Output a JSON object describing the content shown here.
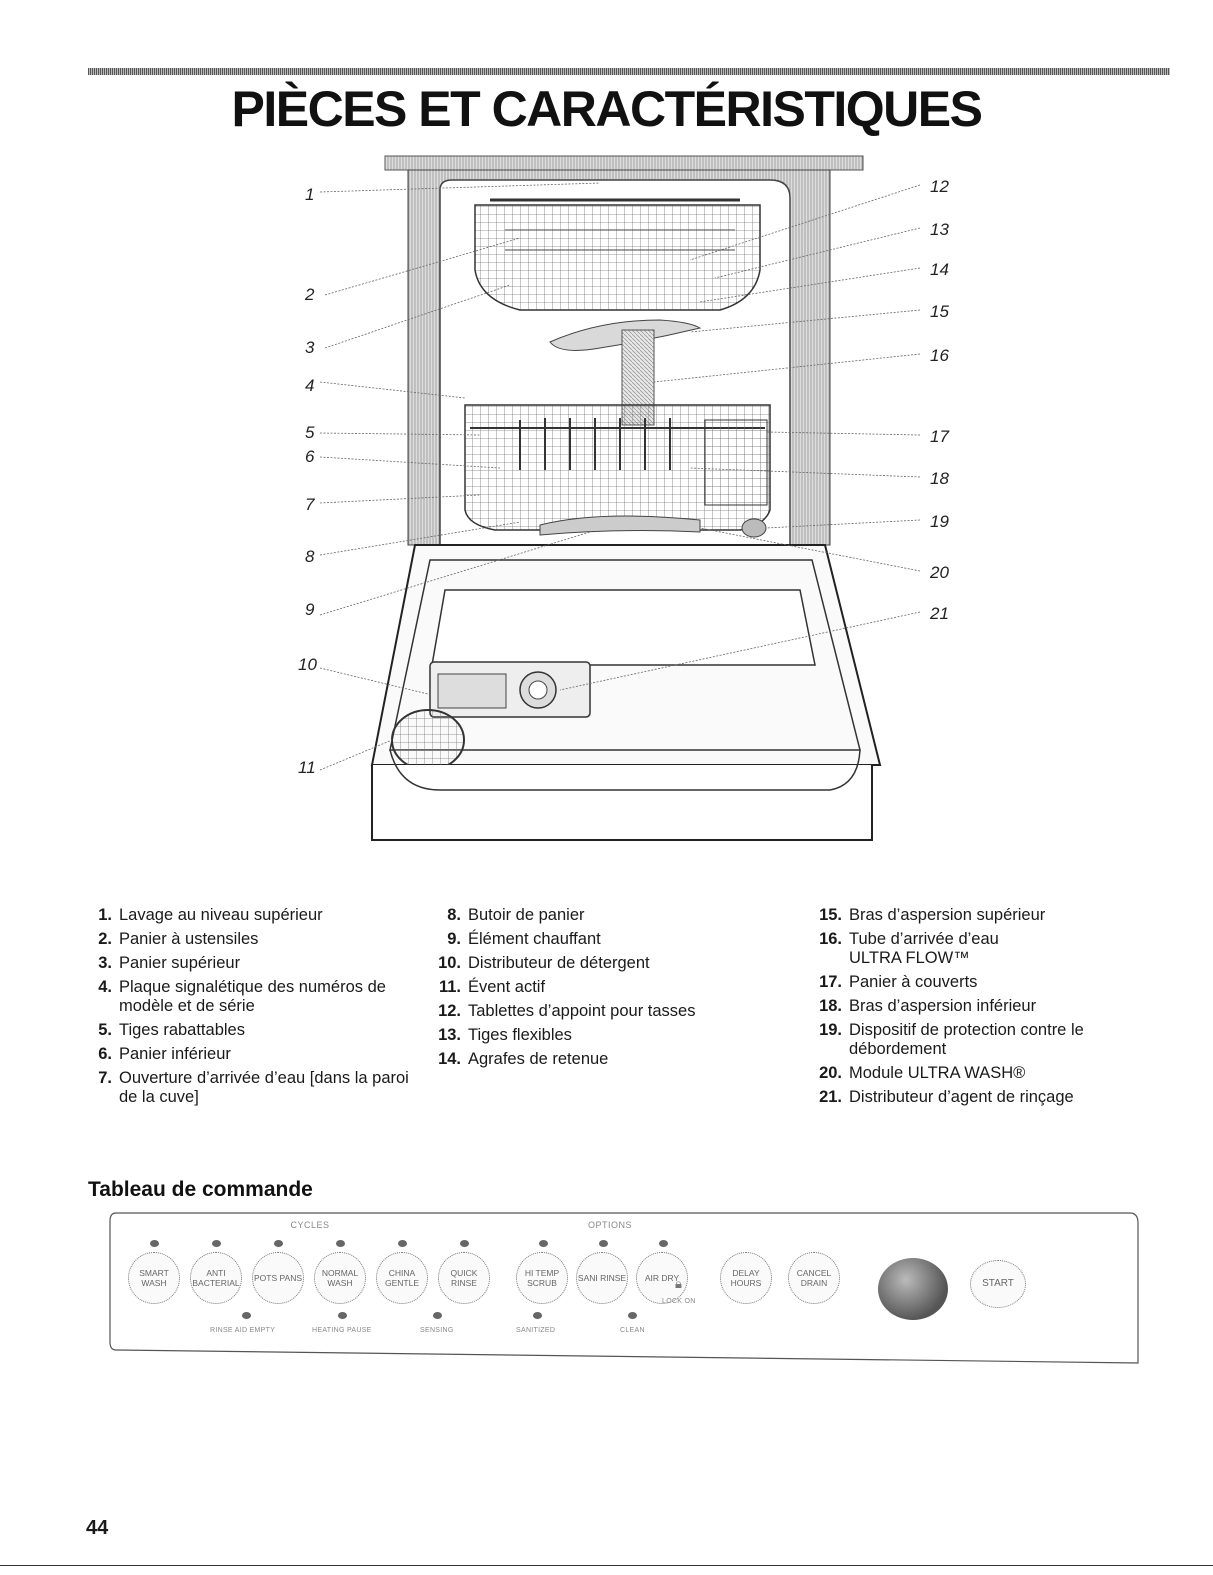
{
  "title": "PIÈCES ET CARACTÉRISTIQUES",
  "callouts": [
    "1",
    "2",
    "3",
    "4",
    "5",
    "6",
    "7",
    "8",
    "9",
    "10",
    "11",
    "12",
    "13",
    "14",
    "15",
    "16",
    "17",
    "18",
    "19",
    "20",
    "21"
  ],
  "parts": {
    "col1": [
      {
        "num": "1.",
        "text": "Lavage au niveau supérieur"
      },
      {
        "num": "2.",
        "text": "Panier à ustensiles"
      },
      {
        "num": "3.",
        "text": "Panier supérieur"
      },
      {
        "num": "4.",
        "text": "Plaque signalétique des numéros de modèle et de série"
      },
      {
        "num": "5.",
        "text": "Tiges rabattables"
      },
      {
        "num": "6.",
        "text": "Panier inférieur"
      },
      {
        "num": "7.",
        "text": "Ouverture d’arrivée d’eau [dans la paroi de la cuve]"
      }
    ],
    "col2": [
      {
        "num": "8.",
        "text": "Butoir de panier"
      },
      {
        "num": "9.",
        "text": "Élément chauffant"
      },
      {
        "num": "10.",
        "text": "Distributeur de détergent"
      },
      {
        "num": "11.",
        "text": "Évent actif"
      },
      {
        "num": "12.",
        "text": "Tablettes d’appoint pour tasses"
      },
      {
        "num": "13.",
        "text": "Tiges flexibles"
      },
      {
        "num": "14.",
        "text": "Agrafes de retenue"
      }
    ],
    "col3": [
      {
        "num": "15.",
        "text": "Bras d’aspersion supérieur"
      },
      {
        "num": "16.",
        "text": "Tube d’arrivée d’eau ULTRA FLOW™"
      },
      {
        "num": "17.",
        "text": "Panier à couverts"
      },
      {
        "num": "18.",
        "text": "Bras d’aspersion inférieur"
      },
      {
        "num": "19.",
        "text": "Dispositif de protection contre le débordement"
      },
      {
        "num": "20.",
        "text": "Module ULTRA WASH®"
      },
      {
        "num": "21.",
        "text": "Distributeur d’agent de rinçage"
      }
    ]
  },
  "control_panel": {
    "heading": "Tableau de commande",
    "group_cycles": "CYCLES",
    "group_options": "OPTIONS",
    "cycle_buttons": [
      "SMART WASH",
      "ANTI BACTERIAL",
      "POTS PANS",
      "NORMAL WASH",
      "CHINA GENTLE",
      "QUICK RINSE"
    ],
    "option_buttons": [
      "HI TEMP SCRUB",
      "SANI RINSE",
      "AIR DRY"
    ],
    "lock_label": "LOCK ON",
    "delay_button": "DELAY HOURS",
    "cancel_button": "CANCEL DRAIN",
    "start_button": "START",
    "indicators": [
      "RINSE AID EMPTY",
      "HEATING PAUSE",
      "SENSING",
      "SANITIZED",
      "CLEAN"
    ]
  },
  "page_number": "44"
}
